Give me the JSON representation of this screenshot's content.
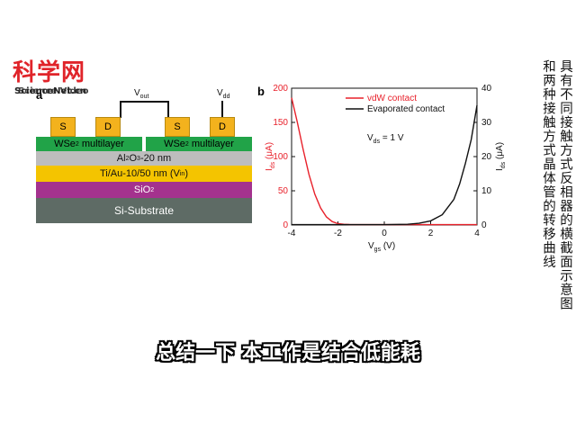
{
  "logo": {
    "main": "科学网",
    "sub": "ScienceNet.cn",
    "overlay": "Science Video"
  },
  "panel_a": {
    "label": "a",
    "vout": "V",
    "vout_sub": "out",
    "vdd": "V",
    "vdd_sub": "dd",
    "contacts": [
      "S",
      "D",
      "S",
      "D"
    ],
    "layers": {
      "wse2_left": "WSe",
      "wse2_left_sub": "2",
      "wse2_left_rest": " multilayer",
      "wse2_right": "WSe",
      "wse2_right_sub": "2",
      "wse2_right_rest": " multilayer",
      "al2o3_a": "Al",
      "al2o3_sub1": "2",
      "al2o3_b": "O",
      "al2o3_sub2": "3",
      "al2o3_c": "-20 nm",
      "tiau": "Ti/Au-10/50 nm (V",
      "tiau_sub": "in",
      "tiau_end": ")",
      "sio2": "SiO",
      "sio2_sub": "2",
      "si": "Si-Substrate"
    },
    "colors": {
      "contact": "#f3b21d",
      "wse2": "#21a348",
      "al2o3": "#bdbdbd",
      "tiau": "#f4c400",
      "sio2": "#a4328e",
      "si": "#5e6b65"
    }
  },
  "chart_data": {
    "type": "line",
    "label": "b",
    "annotation": "V_ds = 1 V",
    "annotation_parts": {
      "v": "V",
      "sub": "ds",
      "rest": " = 1 V"
    },
    "xlabel": {
      "v": "V",
      "sub": "gs",
      "unit": " (V)"
    },
    "ylabel_left": {
      "v": "I",
      "sub": "ds",
      "unit": " (μA)"
    },
    "ylabel_right": {
      "v": "I",
      "sub": "ds",
      "unit": " (μA)"
    },
    "xlim": [
      -4,
      4
    ],
    "ylim_left": [
      0,
      200
    ],
    "ylim_right": [
      0,
      40
    ],
    "x_ticks": [
      "-4",
      "-2",
      "0",
      "2",
      "4"
    ],
    "y_left_ticks": [
      "0",
      "50",
      "100",
      "150",
      "200"
    ],
    "y_right_ticks": [
      "0",
      "10",
      "20",
      "30",
      "40"
    ],
    "series": [
      {
        "name": "vdW contact",
        "axis": "left",
        "color": "#e8202a",
        "x": [
          -4.0,
          -3.75,
          -3.5,
          -3.25,
          -3.0,
          -2.75,
          -2.5,
          -2.25,
          -2.0,
          -1.75,
          -1.5,
          -1.0,
          0.0,
          1.0,
          2.0,
          3.0,
          4.0
        ],
        "y": [
          186,
          150,
          110,
          74,
          45,
          25,
          12,
          5,
          2,
          1,
          0.6,
          0.5,
          0.5,
          0.5,
          0.5,
          0.5,
          0.5
        ]
      },
      {
        "name": "Evaporated contact",
        "axis": "right",
        "color": "#111111",
        "x": [
          -4.0,
          -2.0,
          0.0,
          1.0,
          1.5,
          2.0,
          2.5,
          3.0,
          3.25,
          3.5,
          3.75,
          4.0
        ],
        "y": [
          0.1,
          0.1,
          0.1,
          0.2,
          0.5,
          1.2,
          3.0,
          7.5,
          12,
          18,
          25,
          35
        ]
      }
    ]
  },
  "caption": {
    "col1": "具有不同接触方式反相器的横截面示意图",
    "col2": "和两种接触方式晶体管的转移曲线"
  },
  "subtitle": "总结一下 本工作是结合低能耗"
}
